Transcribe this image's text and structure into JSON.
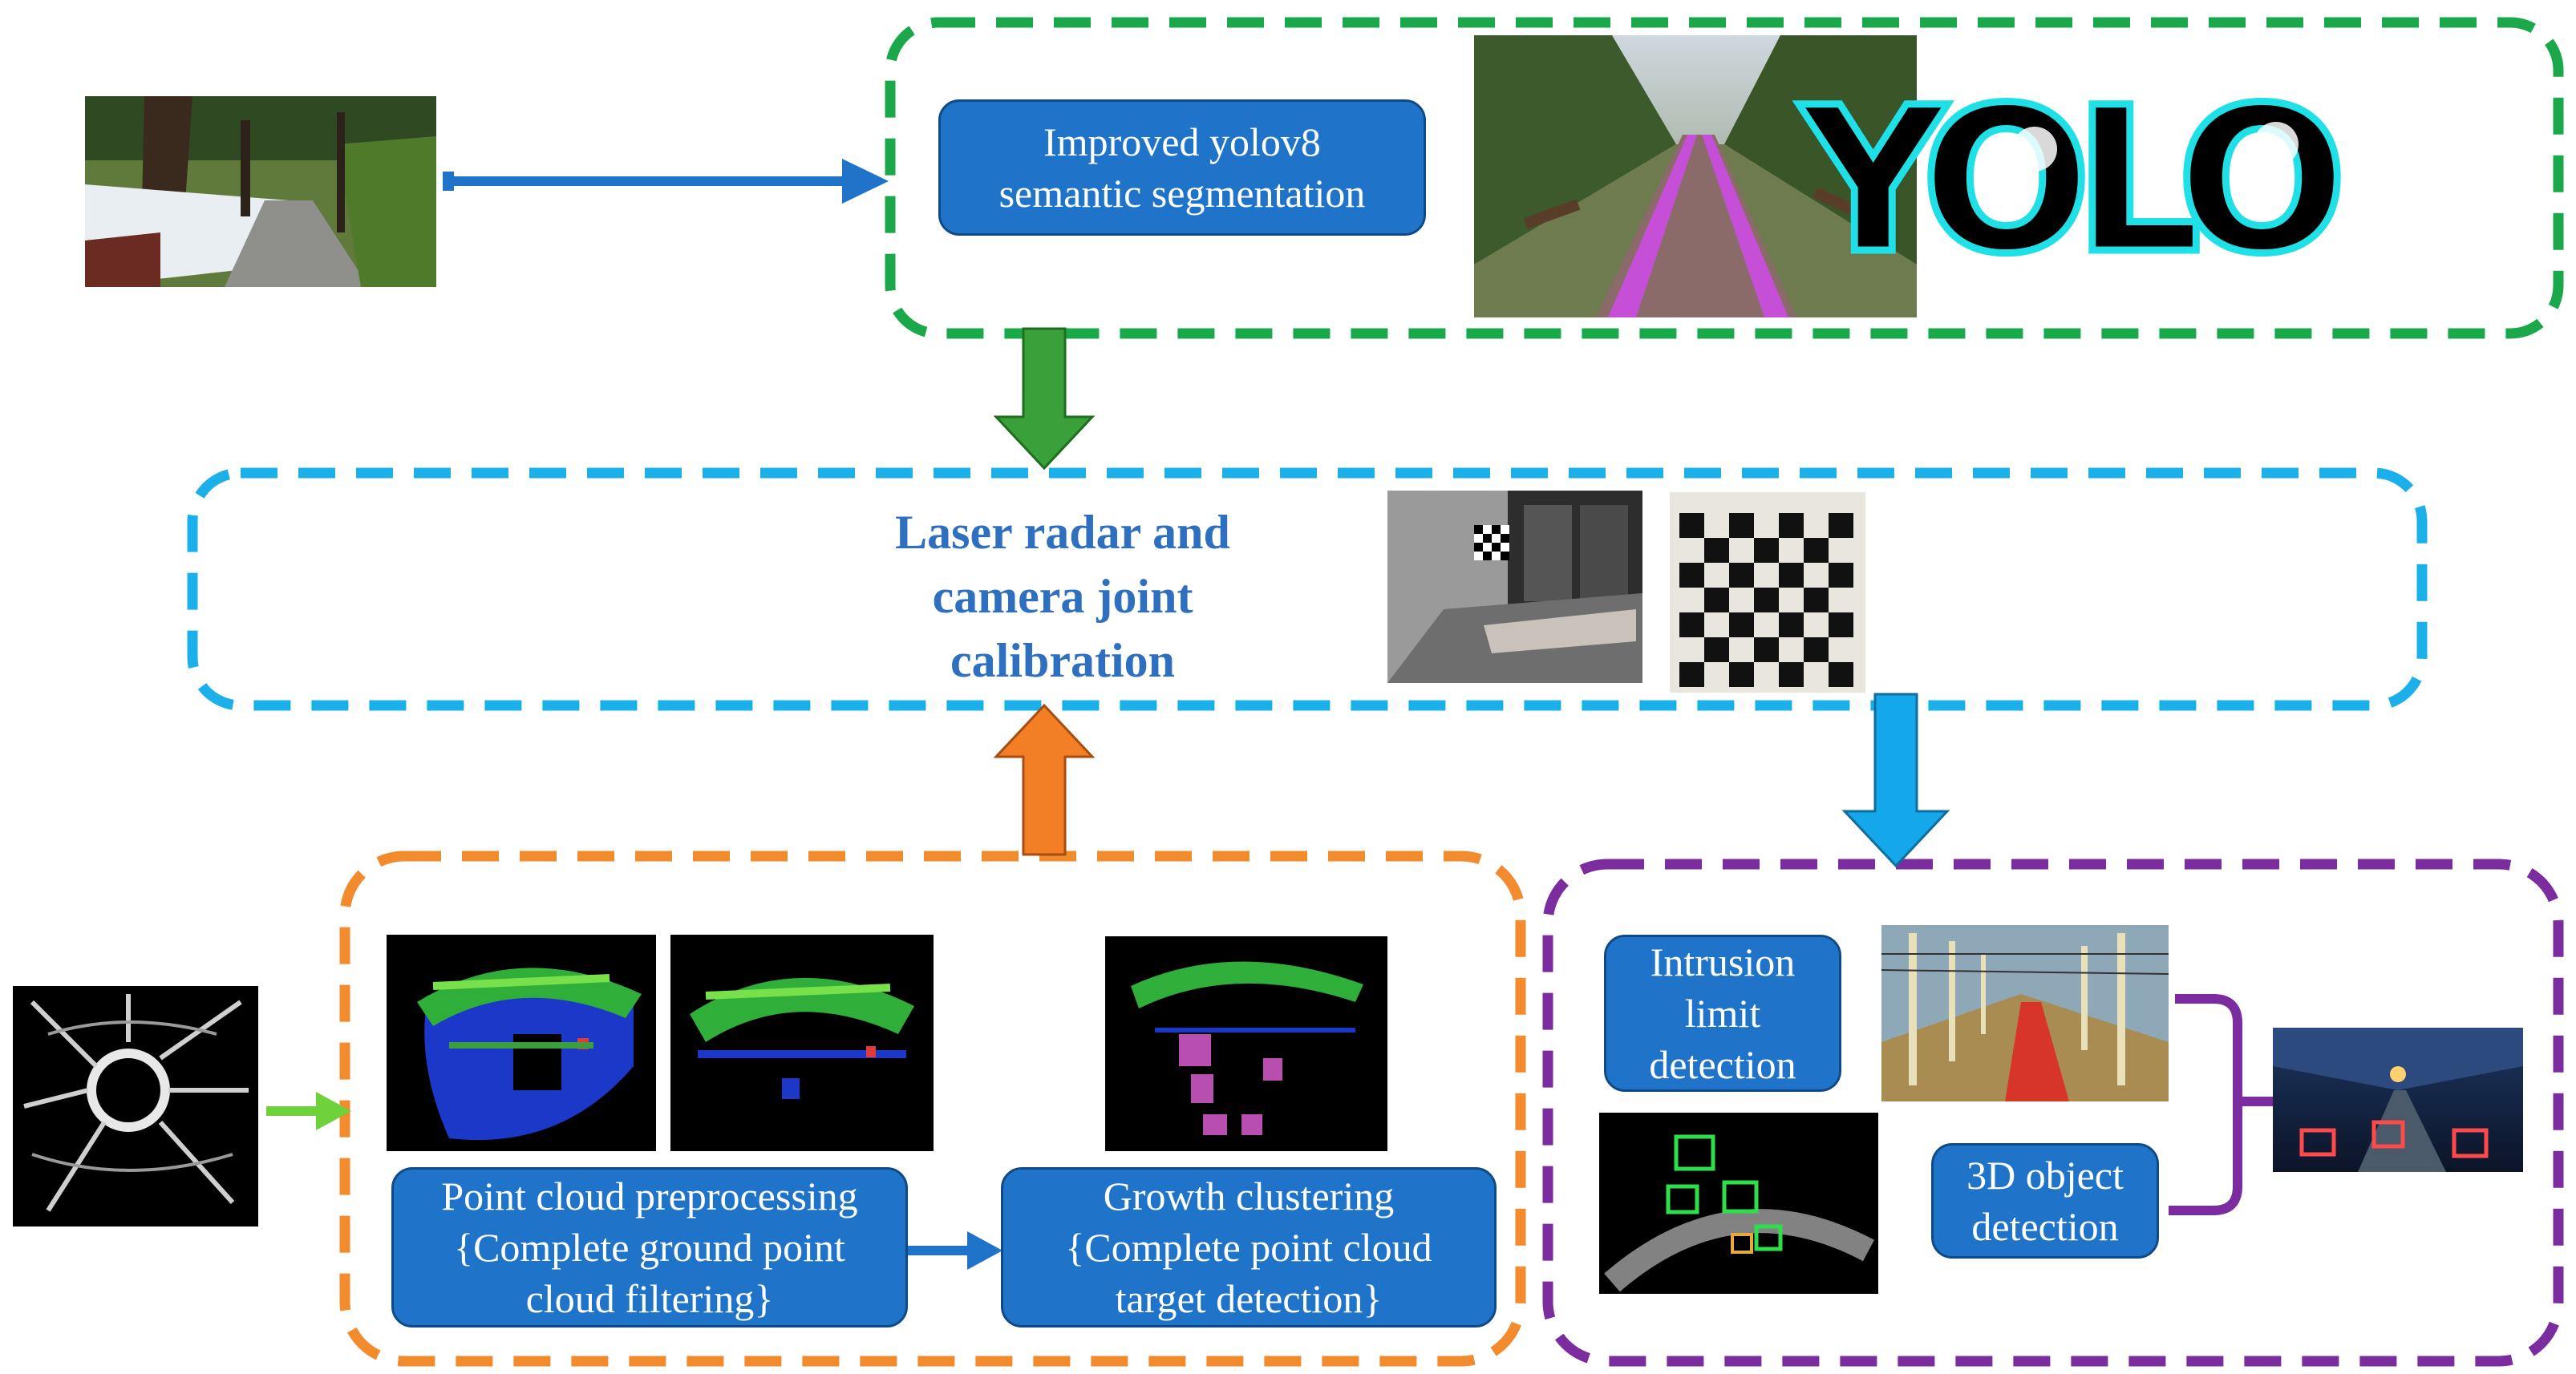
{
  "colors": {
    "segmentation_border": "#1aa84a",
    "calibration_border": "#1bb0ea",
    "pointcloud_border": "#f28a2e",
    "detection_border": "#7b2c9e",
    "label_fill": "#1f74c9",
    "arrow_blue": "#1f74c9",
    "arrow_green": "#3aa13a",
    "arrow_orange": "#f27f26",
    "arrow_cyan": "#14a8ea",
    "arrow_lime": "#6fd23b",
    "title_text": "#2e6fc0"
  },
  "segmentation": {
    "label": "Improved yolov8\nsemantic segmentation",
    "logo_text": "YOLO"
  },
  "calibration": {
    "title": "Laser radar and\ncamera joint\ncalibration"
  },
  "pointcloud": {
    "preprocessing_label": "Point cloud preprocessing\n{Complete ground point\ncloud filtering}",
    "clustering_label": "Growth clustering\n{Complete point cloud\ntarget detection}"
  },
  "detection": {
    "intrusion_label": "Intrusion\nlimit\ndetection",
    "object_label": "3D object\ndetection"
  }
}
